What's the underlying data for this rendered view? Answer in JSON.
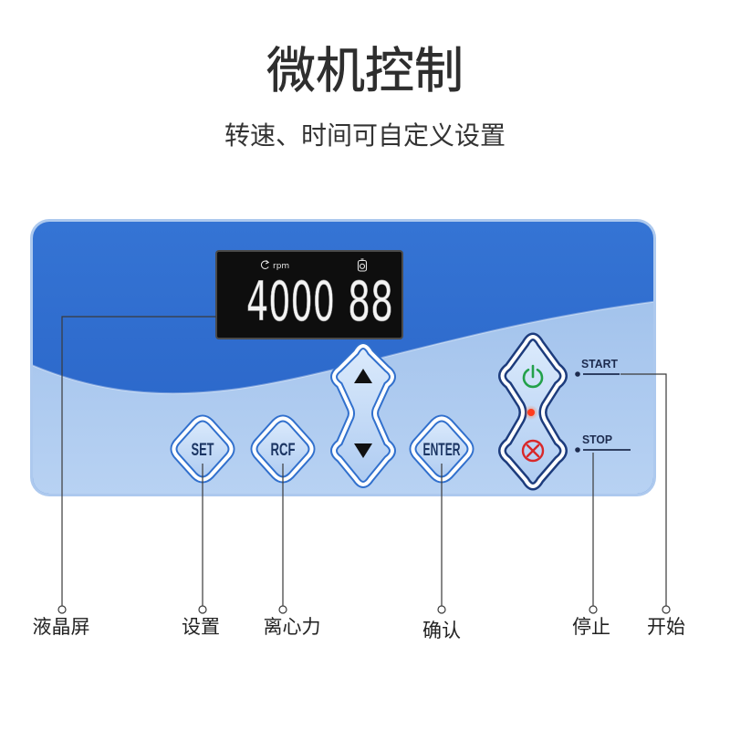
{
  "header": {
    "title": "微机控制",
    "subtitle": "转速、时间可自定义设置"
  },
  "panel": {
    "display": {
      "unit_label": "rpm",
      "speed_value": "4000",
      "time_value": "88",
      "speed_icon": "rotation-icon",
      "time_icon": "clock-icon"
    },
    "buttons": {
      "set_label": "SET",
      "rcf_label": "RCF",
      "enter_label": "ENTER",
      "up_icon": "up-arrow-icon",
      "down_icon": "down-arrow-icon",
      "start_icon": "power-icon",
      "stop_icon": "stop-icon"
    },
    "indicators": {
      "start_label": "START",
      "stop_label": "STOP",
      "status_led": "red-led-icon"
    }
  },
  "callouts": [
    {
      "label": "液晶屏"
    },
    {
      "label": "设置"
    },
    {
      "label": "离心力"
    },
    {
      "label": "确认"
    },
    {
      "label": "停止"
    },
    {
      "label": "开始"
    }
  ],
  "colors": {
    "panel_dark_top": "#3574d4",
    "panel_dark_bottom": "#2863c6",
    "panel_light_top": "#a3c3ec",
    "panel_light_bottom": "#b8d2f3",
    "panel_rim": "#adc9ee",
    "lcd_background": "#0e0e0e",
    "key_border": "#3170cd",
    "start_stop_border": "#1d3c7d",
    "key_text": "#1b3563",
    "power_green": "#23a14a",
    "stop_red": "#d8282a",
    "led_red": "#ff3b1c",
    "callout_line": "#3a3a3a"
  }
}
